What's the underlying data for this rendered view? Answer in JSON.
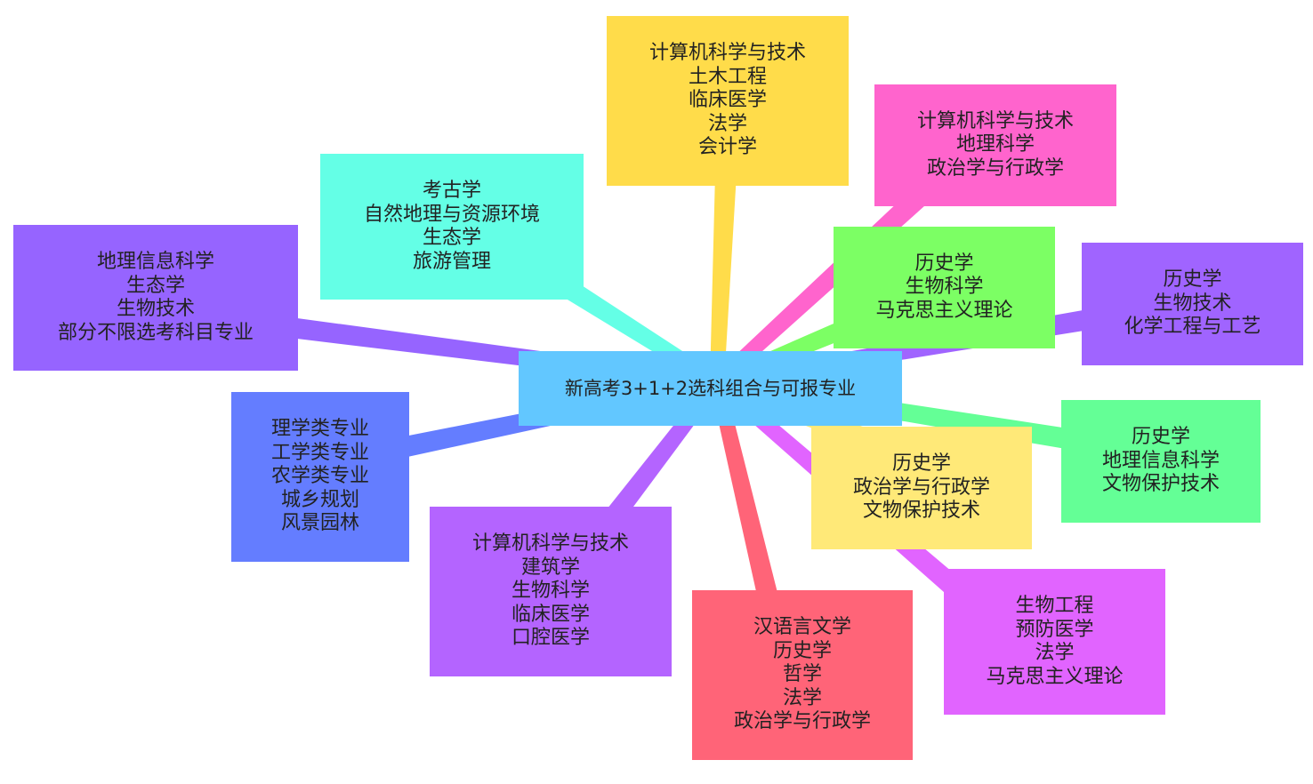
{
  "center": {
    "label": "新高考3+1+2选科组合与可报专业",
    "color": "#62c7ff"
  },
  "branches": [
    {
      "id": "b1",
      "color": "#ffdc4a",
      "lines": [
        "计算机科学与技术",
        "土木工程",
        "临床医学",
        "法学",
        "会计学"
      ]
    },
    {
      "id": "b2",
      "color": "#ff64cd",
      "lines": [
        "计算机科学与技术",
        "地理科学",
        "政治学与行政学"
      ]
    },
    {
      "id": "b3",
      "color": "#7cff64",
      "lines": [
        "历史学",
        "生物科学",
        "马克思主义理论"
      ]
    },
    {
      "id": "b4",
      "color": "#a064ff",
      "lines": [
        "历史学",
        "生物技术",
        "化学工程与工艺"
      ]
    },
    {
      "id": "b5",
      "color": "#64ff96",
      "lines": [
        "历史学",
        "地理信息科学",
        "文物保护技术"
      ]
    },
    {
      "id": "b6",
      "color": "#ffe978",
      "lines": [
        "历史学",
        "政治学与行政学",
        "文物保护技术"
      ]
    },
    {
      "id": "b7",
      "color": "#e164ff",
      "lines": [
        "生物工程",
        "预防医学",
        "法学",
        "马克思主义理论"
      ]
    },
    {
      "id": "b8",
      "color": "#ff6478",
      "lines": [
        "汉语言文学",
        "历史学",
        "哲学",
        "法学",
        "政治学与行政学"
      ]
    },
    {
      "id": "b9",
      "color": "#b464ff",
      "lines": [
        "计算机科学与技术",
        "建筑学",
        "生物科学",
        "临床医学",
        "口腔医学"
      ]
    },
    {
      "id": "b10",
      "color": "#647dff",
      "lines": [
        "理学类专业",
        "工学类专业",
        "农学类专业",
        "城乡规划",
        "风景园林"
      ]
    },
    {
      "id": "b11",
      "color": "#9664ff",
      "lines": [
        "地理信息科学",
        "生态学",
        "生物技术",
        "部分不限选考科目专业"
      ]
    },
    {
      "id": "b12",
      "color": "#64ffe6",
      "lines": [
        "考古学",
        "自然地理与资源环境",
        "生态学",
        "旅游管理"
      ]
    }
  ]
}
